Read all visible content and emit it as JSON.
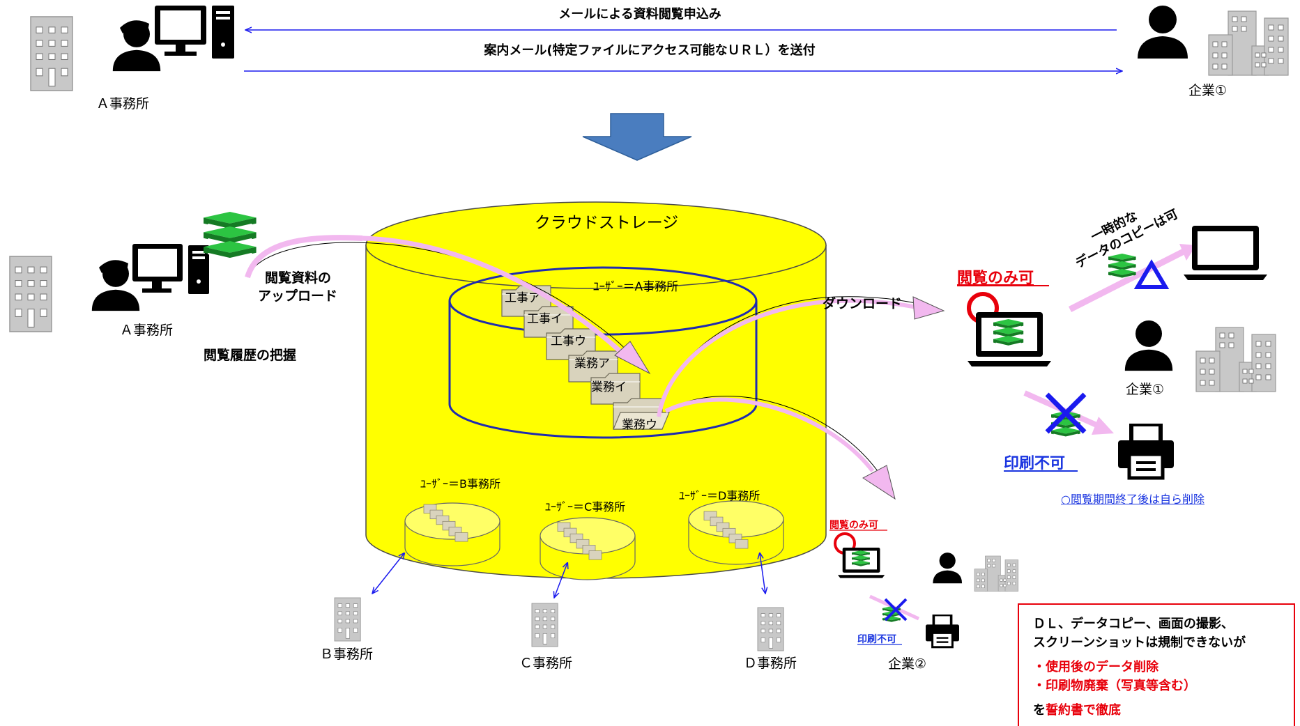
{
  "top": {
    "request_label": "メールによる資料閲覧申込み",
    "guide_label": "案内メール(特定ファイルにアクセス可能なＵＲＬ）を送付",
    "office_a": "Ａ事務所",
    "company1": "企業①"
  },
  "storage": {
    "title": "クラウドストレージ",
    "user_a": "ﾕｰｻﾞｰ＝A事務所",
    "user_b": "ﾕｰｻﾞｰ＝B事務所",
    "user_c": "ﾕｰｻﾞｰ＝C事務所",
    "user_d": "ﾕｰｻﾞｰ＝D事務所",
    "folders": [
      "工事ア",
      "工事イ",
      "工事ウ",
      "業務ア",
      "業務イ",
      "業務ウ"
    ]
  },
  "left": {
    "upload_line1": "閲覧資料の",
    "upload_line2": "アップロード",
    "office_a": "Ａ事務所",
    "history": "閲覧履歴の把握"
  },
  "right": {
    "download": "ダウンロード",
    "view_only": "閲覧のみ可",
    "temp_copy_line1": "一時的な",
    "temp_copy_line2": "データのコピーは可",
    "company1": "企業①",
    "no_print": "印刷不可",
    "delete_note": "○閲覧期間終了後は自ら削除"
  },
  "company2": {
    "view_only": "閲覧のみ可",
    "no_print": "印刷不可",
    "label": "企業②"
  },
  "offices": {
    "b": "Ｂ事務所",
    "c": "Ｃ事務所",
    "d": "Ｄ事務所"
  },
  "note": {
    "line1": "ＤＬ、データコピー、画面の撮影、",
    "line2": "スクリーンショットは規制できないが",
    "item1": "・使用後のデータ削除",
    "item2": "・印刷物廃棄（写真等含む）",
    "closing_pre": "を",
    "closing_red": "誓約書で徹底"
  },
  "colors": {
    "cylinder": "#ffff00",
    "inner_border": "#1f2bb0",
    "arrow_blue": "#4a7dbf",
    "pink": "#f2b8ef",
    "green_book": "#25a83a",
    "red": "#e8000b",
    "blue_text": "#1a35e0"
  }
}
